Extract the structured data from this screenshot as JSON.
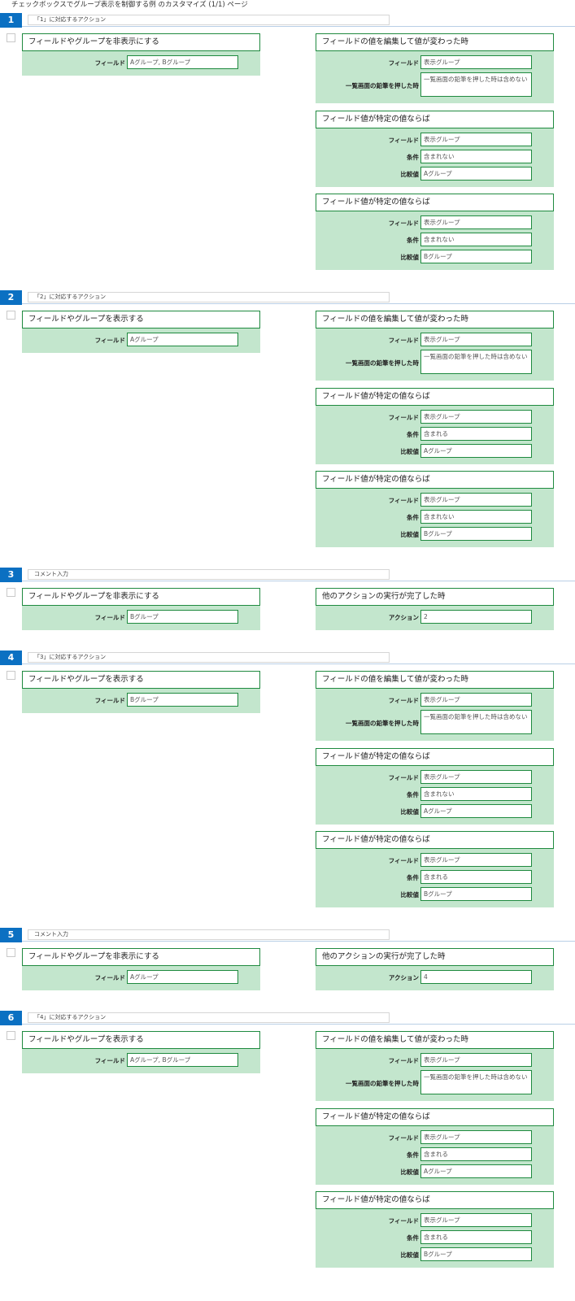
{
  "page_title": "チェックボックスでグループ表示を制御する例 のカスタマイズ (1/1) ページ",
  "sections": [
    {
      "num": "1",
      "comment": "「1」に対応するアクション",
      "action": {
        "title": "フィールドやグループを非表示にする",
        "rows": [
          {
            "label": "フィールド",
            "value": "Aグループ, Bグループ"
          }
        ]
      },
      "conditions": [
        {
          "title": "フィールドの値を編集して値が変わった時",
          "rows": [
            {
              "label": "フィールド",
              "value": "表示グループ"
            },
            {
              "label": "一覧画面の鉛筆を押した時",
              "value": "一覧画面の鉛筆を押した時は含めない"
            }
          ]
        },
        {
          "title": "フィールド値が特定の値ならば",
          "rows": [
            {
              "label": "フィールド",
              "value": "表示グループ"
            },
            {
              "label": "条件",
              "value": "含まれない"
            },
            {
              "label": "比較値",
              "value": "Aグループ"
            }
          ]
        },
        {
          "title": "フィールド値が特定の値ならば",
          "rows": [
            {
              "label": "フィールド",
              "value": "表示グループ"
            },
            {
              "label": "条件",
              "value": "含まれない"
            },
            {
              "label": "比較値",
              "value": "Bグループ"
            }
          ]
        }
      ]
    },
    {
      "num": "2",
      "comment": "「2」に対応するアクション",
      "action": {
        "title": "フィールドやグループを表示する",
        "rows": [
          {
            "label": "フィールド",
            "value": "Aグループ"
          }
        ]
      },
      "conditions": [
        {
          "title": "フィールドの値を編集して値が変わった時",
          "rows": [
            {
              "label": "フィールド",
              "value": "表示グループ"
            },
            {
              "label": "一覧画面の鉛筆を押した時",
              "value": "一覧画面の鉛筆を押した時は含めない"
            }
          ]
        },
        {
          "title": "フィールド値が特定の値ならば",
          "rows": [
            {
              "label": "フィールド",
              "value": "表示グループ"
            },
            {
              "label": "条件",
              "value": "含まれる"
            },
            {
              "label": "比較値",
              "value": "Aグループ"
            }
          ]
        },
        {
          "title": "フィールド値が特定の値ならば",
          "rows": [
            {
              "label": "フィールド",
              "value": "表示グループ"
            },
            {
              "label": "条件",
              "value": "含まれない"
            },
            {
              "label": "比較値",
              "value": "Bグループ"
            }
          ]
        }
      ]
    },
    {
      "num": "3",
      "comment": "コメント入力",
      "action": {
        "title": "フィールドやグループを非表示にする",
        "rows": [
          {
            "label": "フィールド",
            "value": "Bグループ"
          }
        ]
      },
      "conditions": [
        {
          "title": "他のアクションの実行が完了した時",
          "rows": [
            {
              "label": "アクション",
              "value": "2"
            }
          ]
        }
      ]
    },
    {
      "num": "4",
      "comment": "「3」に対応するアクション",
      "action": {
        "title": "フィールドやグループを表示する",
        "rows": [
          {
            "label": "フィールド",
            "value": "Bグループ"
          }
        ]
      },
      "conditions": [
        {
          "title": "フィールドの値を編集して値が変わった時",
          "rows": [
            {
              "label": "フィールド",
              "value": "表示グループ"
            },
            {
              "label": "一覧画面の鉛筆を押した時",
              "value": "一覧画面の鉛筆を押した時は含めない"
            }
          ]
        },
        {
          "title": "フィールド値が特定の値ならば",
          "rows": [
            {
              "label": "フィールド",
              "value": "表示グループ"
            },
            {
              "label": "条件",
              "value": "含まれない"
            },
            {
              "label": "比較値",
              "value": "Aグループ"
            }
          ]
        },
        {
          "title": "フィールド値が特定の値ならば",
          "rows": [
            {
              "label": "フィールド",
              "value": "表示グループ"
            },
            {
              "label": "条件",
              "value": "含まれる"
            },
            {
              "label": "比較値",
              "value": "Bグループ"
            }
          ]
        }
      ]
    },
    {
      "num": "5",
      "comment": "コメント入力",
      "action": {
        "title": "フィールドやグループを非表示にする",
        "rows": [
          {
            "label": "フィールド",
            "value": "Aグループ"
          }
        ]
      },
      "conditions": [
        {
          "title": "他のアクションの実行が完了した時",
          "rows": [
            {
              "label": "アクション",
              "value": "4"
            }
          ]
        }
      ]
    },
    {
      "num": "6",
      "comment": "「4」に対応するアクション",
      "action": {
        "title": "フィールドやグループを表示する",
        "rows": [
          {
            "label": "フィールド",
            "value": "Aグループ, Bグループ"
          }
        ]
      },
      "conditions": [
        {
          "title": "フィールドの値を編集して値が変わった時",
          "rows": [
            {
              "label": "フィールド",
              "value": "表示グループ"
            },
            {
              "label": "一覧画面の鉛筆を押した時",
              "value": "一覧画面の鉛筆を押した時は含めない"
            }
          ]
        },
        {
          "title": "フィールド値が特定の値ならば",
          "rows": [
            {
              "label": "フィールド",
              "value": "表示グループ"
            },
            {
              "label": "条件",
              "value": "含まれる"
            },
            {
              "label": "比較値",
              "value": "Aグループ"
            }
          ]
        },
        {
          "title": "フィールド値が特定の値ならば",
          "rows": [
            {
              "label": "フィールド",
              "value": "表示グループ"
            },
            {
              "label": "条件",
              "value": "含まれる"
            },
            {
              "label": "比較値",
              "value": "Bグループ"
            }
          ]
        }
      ]
    }
  ]
}
